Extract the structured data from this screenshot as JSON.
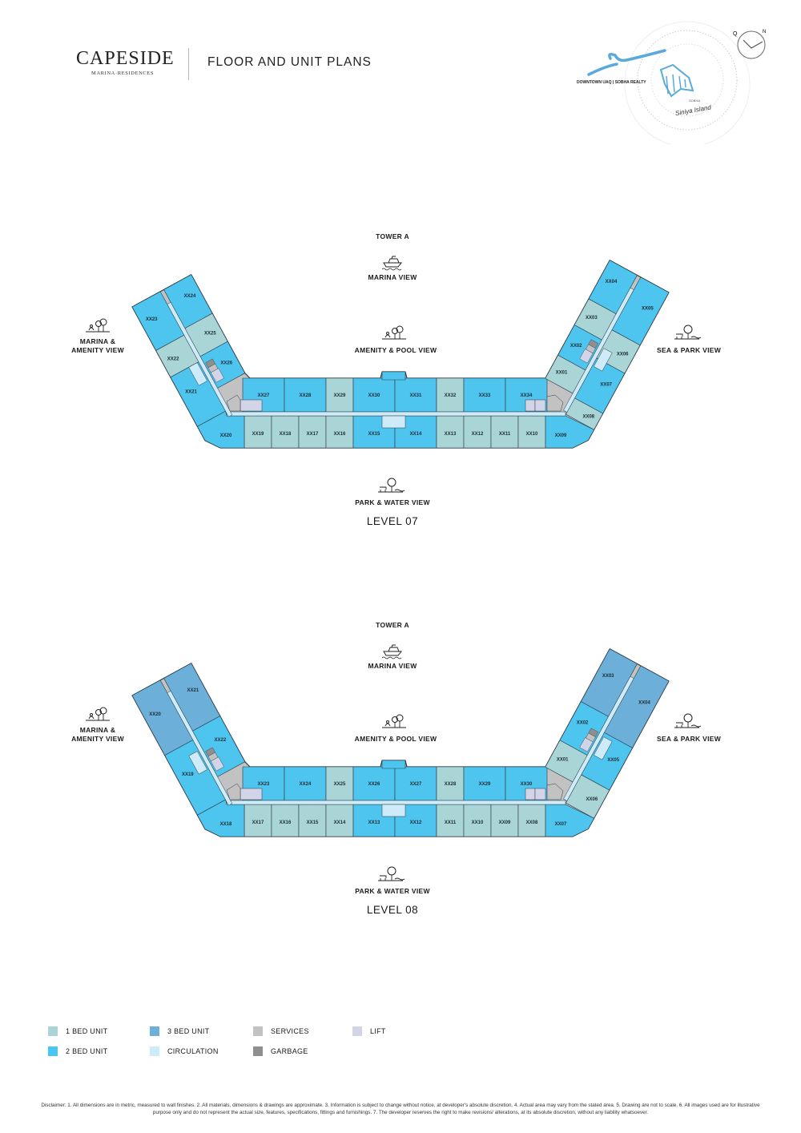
{
  "header": {
    "brand": "CAPESIDE",
    "brand_sub": "MARINA·RESIDENCES",
    "title": "FLOOR AND UNIT PLANS",
    "map_caption": "DOWNTOWN UAQ | SOBHA REALTY",
    "map_brand": "SOBHA",
    "map_island": "Siniya Island",
    "compass_q": "Q",
    "compass_n": "N"
  },
  "colors": {
    "1bed": "#a9d5d6",
    "2bed": "#4dc5ee",
    "3bed": "#6cb0da",
    "services": "#c2c2c2",
    "garbage": "#8f8f8f",
    "circulation": "#cdebf8",
    "lift": "#d4d4e8",
    "outline": "#2c3a44",
    "accent": "#5aa9dc"
  },
  "levels": [
    {
      "tower": "TOWER A",
      "level": "LEVEL 07",
      "views": {
        "top": "MARINA VIEW",
        "center": "AMENITY & POOL VIEW",
        "left_1": "MARINA &",
        "left_2": "AMENITY VIEW",
        "right": "SEA & PARK VIEW",
        "bottom": "PARK & WATER VIEW"
      },
      "middle_top": [
        {
          "id": "XX27",
          "type": "2bed"
        },
        {
          "id": "XX28",
          "type": "2bed"
        },
        {
          "id": "XX29",
          "type": "1bed"
        },
        {
          "id": "XX30",
          "type": "2bed"
        },
        {
          "id": "XX31",
          "type": "2bed"
        },
        {
          "id": "XX32",
          "type": "1bed"
        },
        {
          "id": "XX33",
          "type": "2bed"
        },
        {
          "id": "XX34",
          "type": "2bed"
        }
      ],
      "middle_bottom": [
        {
          "id": "XX19",
          "type": "1bed"
        },
        {
          "id": "XX18",
          "type": "1bed"
        },
        {
          "id": "XX17",
          "type": "1bed"
        },
        {
          "id": "XX16",
          "type": "1bed"
        },
        {
          "id": "XX15",
          "type": "2bed"
        },
        {
          "id": "XX14",
          "type": "2bed"
        },
        {
          "id": "XX13",
          "type": "1bed"
        },
        {
          "id": "XX12",
          "type": "1bed"
        },
        {
          "id": "XX11",
          "type": "1bed"
        },
        {
          "id": "XX10",
          "type": "1bed"
        }
      ],
      "left_outer": [
        {
          "id": "XX23",
          "type": "2bed"
        },
        {
          "id": "XX22",
          "type": "1bed"
        },
        {
          "id": "XX21",
          "type": "2bed"
        }
      ],
      "left_inner": [
        {
          "id": "XX24",
          "type": "2bed"
        },
        {
          "id": "XX25",
          "type": "1bed"
        },
        {
          "id": "XX26",
          "type": "2bed"
        }
      ],
      "right_outer": [
        {
          "id": "XX05",
          "type": "2bed"
        },
        {
          "id": "XX06",
          "type": "1bed"
        },
        {
          "id": "XX07",
          "type": "2bed"
        },
        {
          "id": "XX08",
          "type": "1bed"
        }
      ],
      "right_inner": [
        {
          "id": "XX04",
          "type": "2bed"
        },
        {
          "id": "XX03",
          "type": "1bed"
        },
        {
          "id": "XX02",
          "type": "2bed"
        },
        {
          "id": "XX01",
          "type": "1bed"
        }
      ],
      "left_corner": {
        "id": "XX20",
        "type": "2bed"
      },
      "right_corner": {
        "id": "XX09",
        "type": "2bed"
      }
    },
    {
      "tower": "TOWER A",
      "level": "LEVEL 08",
      "views": {
        "top": "MARINA VIEW",
        "center": "AMENITY & POOL VIEW",
        "left_1": "MARINA &",
        "left_2": "AMENITY VIEW",
        "right": "SEA & PARK VIEW",
        "bottom": "PARK & WATER VIEW"
      },
      "middle_top": [
        {
          "id": "XX23",
          "type": "2bed"
        },
        {
          "id": "XX24",
          "type": "2bed"
        },
        {
          "id": "XX25",
          "type": "1bed"
        },
        {
          "id": "XX26",
          "type": "2bed"
        },
        {
          "id": "XX27",
          "type": "2bed"
        },
        {
          "id": "XX28",
          "type": "1bed"
        },
        {
          "id": "XX29",
          "type": "2bed"
        },
        {
          "id": "XX30",
          "type": "2bed"
        }
      ],
      "middle_bottom": [
        {
          "id": "XX17",
          "type": "1bed"
        },
        {
          "id": "XX16",
          "type": "1bed"
        },
        {
          "id": "XX15",
          "type": "1bed"
        },
        {
          "id": "XX14",
          "type": "1bed"
        },
        {
          "id": "XX13",
          "type": "2bed"
        },
        {
          "id": "XX12",
          "type": "2bed"
        },
        {
          "id": "XX11",
          "type": "1bed"
        },
        {
          "id": "XX10",
          "type": "1bed"
        },
        {
          "id": "XX09",
          "type": "1bed"
        },
        {
          "id": "XX08",
          "type": "1bed"
        }
      ],
      "left_outer": [
        {
          "id": "XX20",
          "type": "3bed"
        },
        {
          "id": "XX19",
          "type": "2bed"
        }
      ],
      "left_inner": [
        {
          "id": "XX21",
          "type": "3bed"
        },
        {
          "id": "XX22",
          "type": "2bed"
        }
      ],
      "right_outer": [
        {
          "id": "XX04",
          "type": "3bed"
        },
        {
          "id": "XX05",
          "type": "2bed"
        },
        {
          "id": "XX06",
          "type": "1bed"
        }
      ],
      "right_inner": [
        {
          "id": "XX03",
          "type": "3bed"
        },
        {
          "id": "XX02",
          "type": "2bed"
        },
        {
          "id": "XX01",
          "type": "1bed"
        }
      ],
      "left_corner": {
        "id": "XX18",
        "type": "2bed"
      },
      "right_corner": {
        "id": "XX07",
        "type": "2bed"
      }
    }
  ],
  "legend": [
    {
      "label": "1 BED UNIT",
      "key": "1bed"
    },
    {
      "label": "2 BED UNIT",
      "key": "2bed"
    },
    {
      "label": "3 BED UNIT",
      "key": "3bed"
    },
    {
      "label": "CIRCULATION",
      "key": "circulation"
    },
    {
      "label": "SERVICES",
      "key": "services"
    },
    {
      "label": "GARBAGE",
      "key": "garbage"
    },
    {
      "label": "LIFT",
      "key": "lift"
    }
  ],
  "disclaimer": "Disclaimer: 1. All dimensions are in metric, measured to wall finishes. 2. All materials, dimensions & drawings are approximate. 3. Information is subject to change without notice, at developer's absolute discretion. 4. Actual area may vary from the stated area. 5. Drawing are not to scale. 6. All images used are for illustrative purpose only and do not represent the actual size, features, specifications, fittings and furnishings. 7. The developer reserves the right to make revisions/ alterations, at its absolute discretion, without any liability whatsoever."
}
